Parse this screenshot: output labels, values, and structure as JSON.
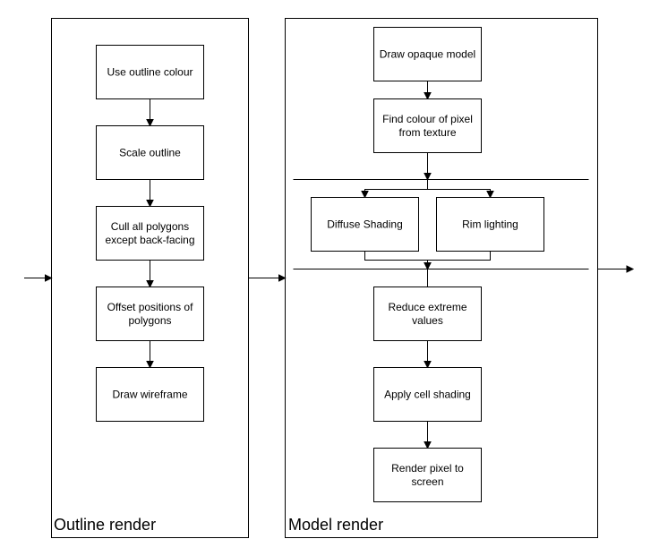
{
  "groups": [
    {
      "id": "outline",
      "label": "Outline render"
    },
    {
      "id": "model",
      "label": "Model render"
    }
  ],
  "nodes": [
    {
      "id": "use_outline_colour",
      "lines": [
        "Use outline colour"
      ]
    },
    {
      "id": "scale_outline",
      "lines": [
        "Scale outline"
      ]
    },
    {
      "id": "cull_polygons",
      "lines": [
        "Cull all polygons",
        "except back-facing"
      ]
    },
    {
      "id": "offset_positions",
      "lines": [
        "Offset positions of",
        "polygons"
      ]
    },
    {
      "id": "draw_wireframe",
      "lines": [
        "Draw wireframe"
      ]
    },
    {
      "id": "draw_opaque_model",
      "lines": [
        "Draw opaque model"
      ]
    },
    {
      "id": "find_colour",
      "lines": [
        "Find colour of pixel",
        "from texture"
      ]
    },
    {
      "id": "diffuse_shading",
      "lines": [
        "Diffuse Shading"
      ]
    },
    {
      "id": "rim_lighting",
      "lines": [
        "Rim lighting"
      ]
    },
    {
      "id": "reduce_extreme",
      "lines": [
        "Reduce extreme",
        "values"
      ]
    },
    {
      "id": "apply_cell_shading",
      "lines": [
        "Apply cell shading"
      ]
    },
    {
      "id": "render_pixel",
      "lines": [
        "Render pixel to",
        "screen"
      ]
    }
  ],
  "edges": [
    {
      "from": "use_outline_colour",
      "to": "scale_outline"
    },
    {
      "from": "scale_outline",
      "to": "cull_polygons"
    },
    {
      "from": "cull_polygons",
      "to": "offset_positions"
    },
    {
      "from": "offset_positions",
      "to": "draw_wireframe"
    },
    {
      "from": "draw_opaque_model",
      "to": "find_colour"
    },
    {
      "from": "find_colour",
      "to": "parallel_split"
    },
    {
      "from": "parallel_split",
      "to": "diffuse_shading"
    },
    {
      "from": "parallel_split",
      "to": "rim_lighting"
    },
    {
      "from": "diffuse_shading",
      "to": "parallel_join"
    },
    {
      "from": "rim_lighting",
      "to": "parallel_join"
    },
    {
      "from": "parallel_join",
      "to": "reduce_extreme"
    },
    {
      "from": "reduce_extreme",
      "to": "apply_cell_shading"
    },
    {
      "from": "apply_cell_shading",
      "to": "render_pixel"
    },
    {
      "from": "input",
      "to": "outline"
    },
    {
      "from": "outline",
      "to": "model"
    },
    {
      "from": "model",
      "to": "output"
    }
  ]
}
